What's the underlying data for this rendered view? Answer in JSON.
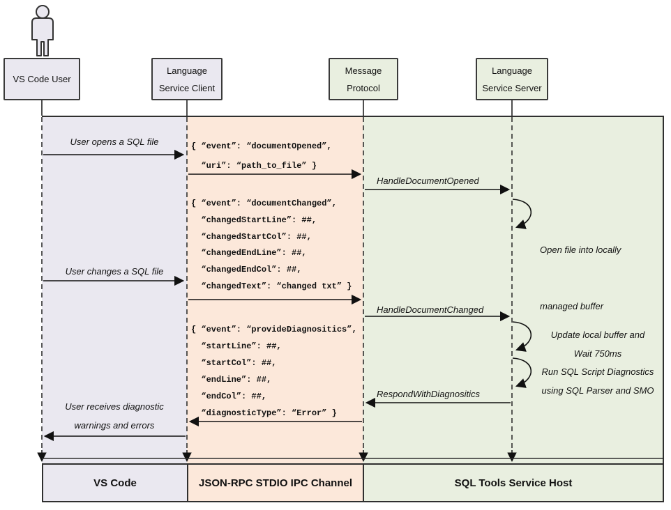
{
  "actors": {
    "user": {
      "line1": "VS Code User"
    },
    "client": {
      "line1": "Language",
      "line2": "Service Client"
    },
    "protocol": {
      "line1": "Message",
      "line2": "Protocol"
    },
    "server": {
      "line1": "Language",
      "line2": "Service Server"
    }
  },
  "labels": {
    "user_opens": "User opens a SQL file",
    "handle_document_opened": "HandleDocumentOpened",
    "open_file_note1": "Open file into locally",
    "open_file_note2": "managed buffer",
    "user_changes": "User changes a SQL file",
    "handle_document_changed": "HandleDocumentChanged",
    "update_buffer_note1": "Update local buffer and",
    "update_buffer_note2": "Wait 750ms",
    "run_diag_note1": "Run SQL Script Diagnostics",
    "run_diag_note2": "using SQL Parser and SMO",
    "respond_with_diagnostics": "RespondWithDiagnositics",
    "user_receives1": "User receives diagnostic",
    "user_receives2": "warnings and errors"
  },
  "json_blocks": {
    "document_opened": {
      "l1": "{ “event”: “documentOpened”,",
      "l2": "  “uri”: “path_to_file” }"
    },
    "document_changed": {
      "l1": "{ “event”: “documentChanged”,",
      "l2": "  “changedStartLine”: ##,",
      "l3": "  “changedStartCol”: ##,",
      "l4": "  “changedEndLine”: ##,",
      "l5": "  “changedEndCol”: ##,",
      "l6": "  “changedText”: “changed txt” }"
    },
    "provide_diagnostics": {
      "l1": "{ “event”: “provideDiagnositics”,",
      "l2": "  “startLine”: ##,",
      "l3": "  “startCol”: ##,",
      "l4": "  “endLine”: ##,",
      "l5": "  “endCol”: ##,",
      "l6": "  “diagnosticType”: “Error” }"
    }
  },
  "footer": {
    "vscode": "VS Code",
    "channel": "JSON-RPC STDIO IPC Channel",
    "host": "SQL Tools Service Host"
  },
  "colors": {
    "lavender": "#eae8f0",
    "peach": "#fce8da",
    "green": "#e9efe0",
    "line": "#2f2f2f"
  }
}
